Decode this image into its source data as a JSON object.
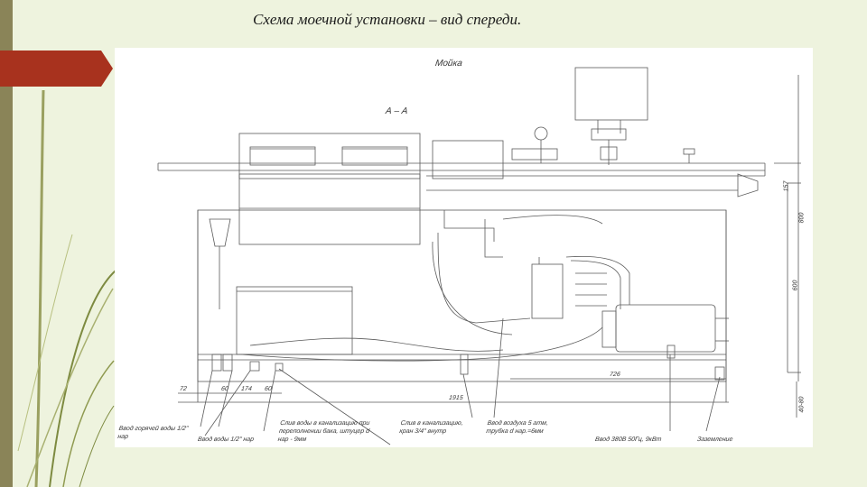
{
  "slide": {
    "title": "Схема моечной установки – вид спереди."
  },
  "drawing": {
    "view_label": "Мойка",
    "section_label": "А – А",
    "dimensions": {
      "d72": "72",
      "d60a": "60",
      "d174": "174",
      "d60b": "60",
      "d1915": "1915",
      "d726": "726",
      "d600": "600",
      "d800": "800",
      "d157": "157",
      "d4080": "40-80"
    },
    "callouts": {
      "hot_water": "Ввод горячей воды 1/2\" нар",
      "cold_water": "Ввод воды 1/2\" нар",
      "sewer_drain": "Слив воды в канализацию при переполнении бака, штуцер d нар - 9мм",
      "sewer_outlet": "Слив в канализацию, кран 3/4\" внутр",
      "air_inlet": "Ввод воздуха 5 атм, трубка d нар.=6мм",
      "power": "Ввод 380В 50Гц, 9кВт",
      "ground": "Заземление"
    }
  },
  "colors": {
    "background": "#eef3de",
    "accent_red": "#a8321e",
    "side_bar": "#8a8458",
    "line": "#5a5a5a"
  }
}
